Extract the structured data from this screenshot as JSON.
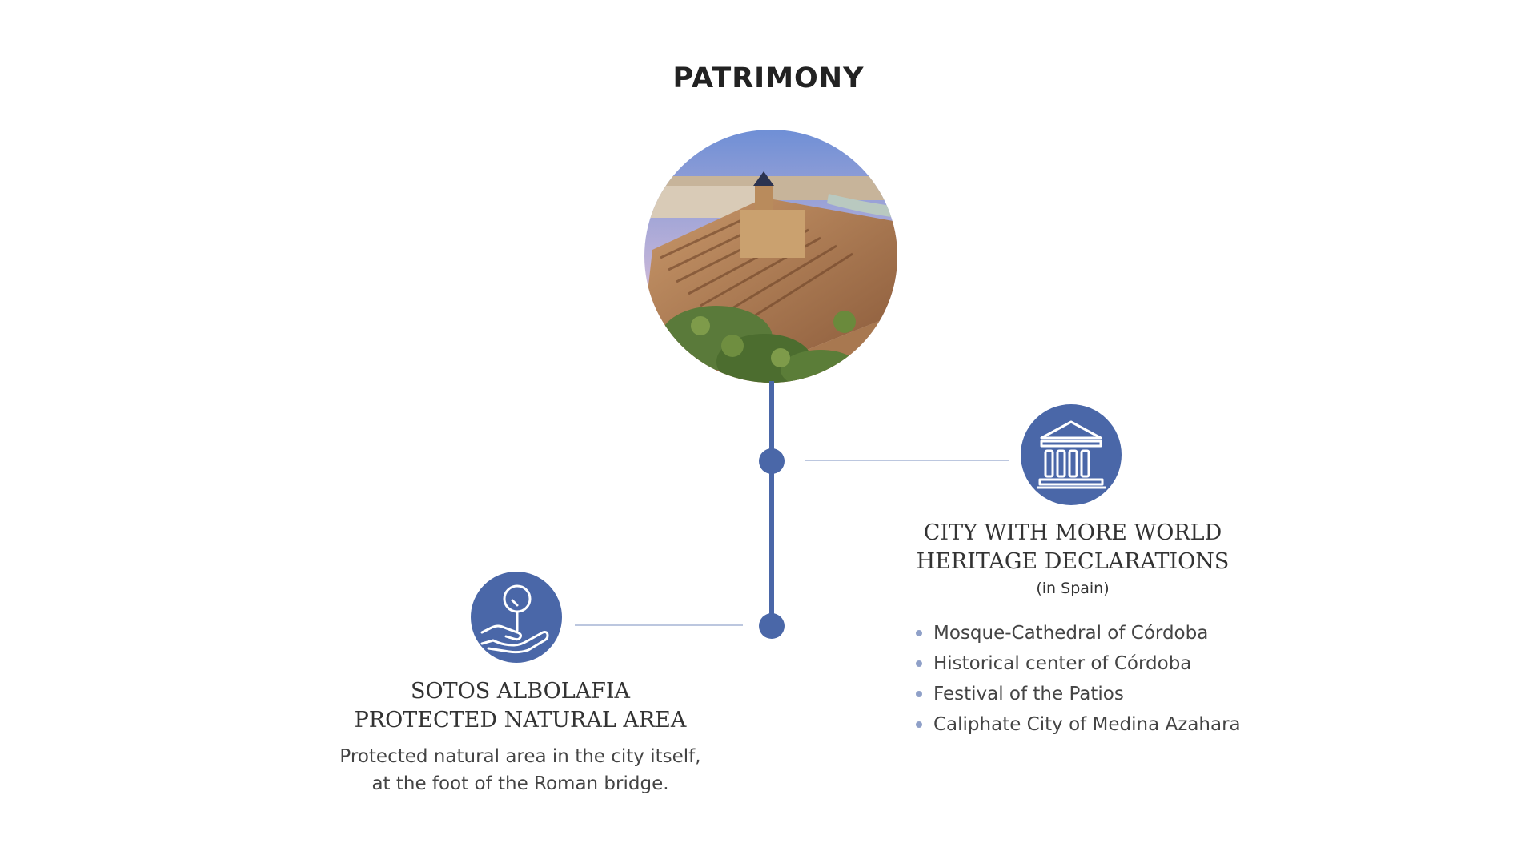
{
  "page": {
    "title": "PATRIMONY"
  },
  "colors": {
    "accent": "#4a67a8",
    "connector_light": "#bcc7df",
    "bullet": "#8fa0c8",
    "heading_text": "#333333",
    "body_text": "#444444"
  },
  "hero_image": {
    "subject": "Aerial view of the Mosque-Cathedral of Córdoba"
  },
  "heritage": {
    "icon": "temple-icon",
    "heading_line1": "CITY WITH MORE WORLD",
    "heading_line2": "HERITAGE DECLARATIONS",
    "note": "(in Spain)",
    "items": [
      "Mosque-Cathedral of Córdoba",
      "Historical center of Córdoba",
      "Festival of the Patios",
      "Caliphate City of Medina Azahara"
    ]
  },
  "natural_area": {
    "icon": "tree-in-hand-icon",
    "heading_line1": "SOTOS ALBOLAFIA",
    "heading_line2": "PROTECTED NATURAL AREA",
    "desc_line1": "Protected natural area in the city itself,",
    "desc_line2": "at the foot of the Roman bridge."
  }
}
